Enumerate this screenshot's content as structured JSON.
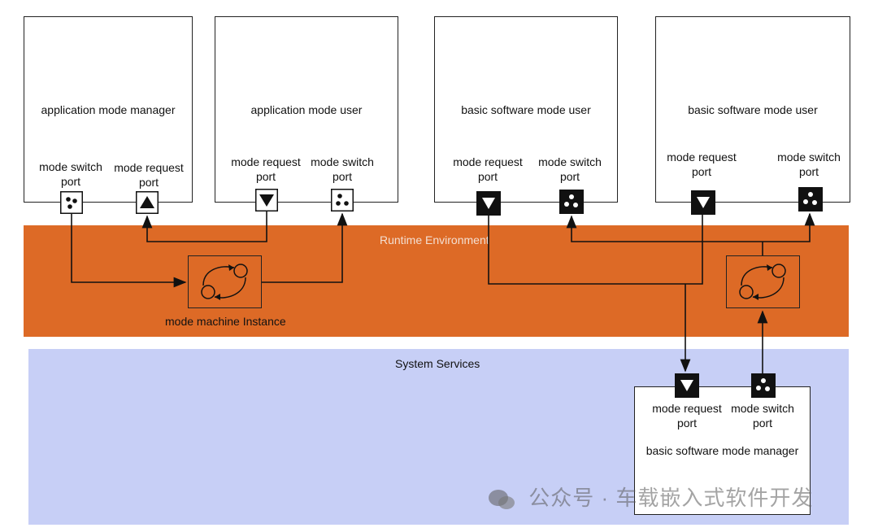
{
  "layers": {
    "runtime_environment": "Runtime Environment",
    "system_services": "System Services"
  },
  "components": {
    "app_mode_manager": "application mode manager",
    "app_mode_user": "application mode user",
    "bsw_mode_user_1": "basic software mode user",
    "bsw_mode_user_2": "basic software mode user",
    "bsw_mode_manager": "basic software mode manager"
  },
  "port_labels": {
    "mode_switch_port": "mode switch\nport",
    "mode_request_port": "mode request\nport"
  },
  "mode_machine": {
    "label": "mode machine Instance"
  },
  "watermark": {
    "text": "公众号 · 车载嵌入式软件开发"
  },
  "icons": {
    "mode_switch": "three-dots-icon",
    "mode_request_up": "triangle-up-icon",
    "mode_request_down": "triangle-down-icon",
    "mode_machine": "state-cycle-icon"
  }
}
